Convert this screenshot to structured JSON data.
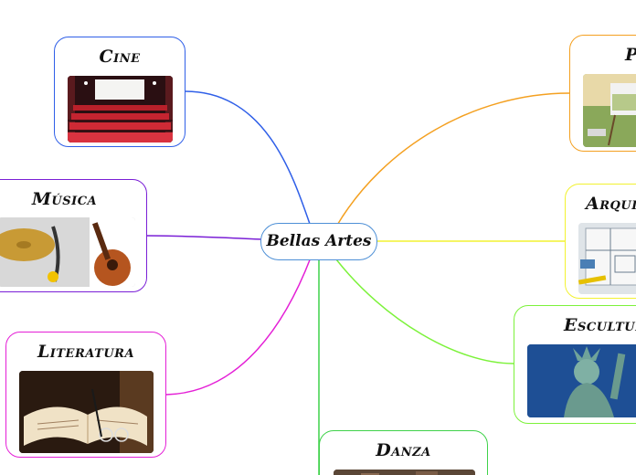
{
  "central": {
    "label": "Bellas Artes",
    "color": "#4d8fd6"
  },
  "branches": [
    {
      "id": "cine",
      "label": "Cine",
      "color": "#2f5fe8",
      "image": "cinema-seats-image"
    },
    {
      "id": "musica",
      "label": "Música",
      "color": "#7a1fd6",
      "image": "instruments-image"
    },
    {
      "id": "literatura",
      "label": "Literatura",
      "color": "#e41fd6",
      "image": "books-image"
    },
    {
      "id": "pintura",
      "label": "P",
      "color": "#f4a020",
      "image": "easel-painting-image"
    },
    {
      "id": "arquitectura",
      "label": "Arquit",
      "color": "#f2f230",
      "image": "blueprints-image"
    },
    {
      "id": "escultura",
      "label": "Escultura",
      "color": "#7cf23a",
      "image": "statue-of-liberty-image"
    },
    {
      "id": "danza",
      "label": "Danza",
      "color": "#3fd24a",
      "image": "dance-image"
    }
  ]
}
